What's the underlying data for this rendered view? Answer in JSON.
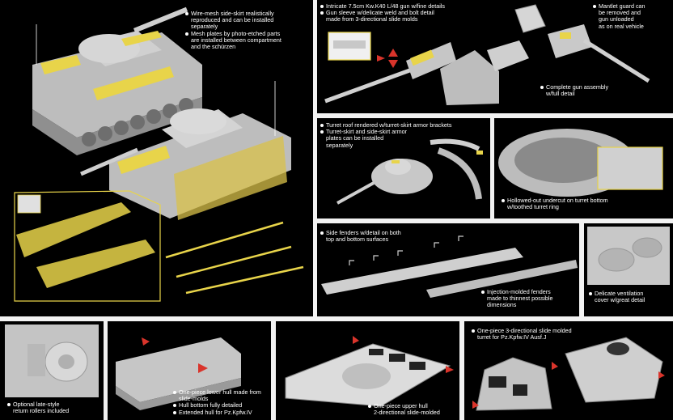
{
  "panel1": {
    "lines": [
      "Wire-mesh side-skirt realistically",
      "reproduced and can be installed",
      "separately",
      "Mesh plates by photo-etched parts",
      "are installed between compartment",
      "and the schürzen"
    ]
  },
  "panel2": {
    "gun_lines": [
      "Intricate 7.5cm Kw.K40 L/48 gun w/fine details",
      "Gun sleeve w/delicate weld and bolt detail",
      "made from 3-directional slide molds"
    ],
    "mantlet_lines": [
      "Mantlet guard can",
      "be removed and",
      "gun unloaded",
      "as on real vehicle"
    ],
    "assembly_lines": [
      "Complete gun assembly",
      "w/full detail"
    ]
  },
  "panel3": {
    "lines": [
      "Turret roof rendered w/turret-skirt armor brackets",
      "Turret-skirt and side-skirt armor",
      "plates can be installed",
      "separately"
    ]
  },
  "panel4": {
    "lines": [
      "Hollowed-out undercut on turret bottom",
      "w/toothed turret ring"
    ]
  },
  "panel5": {
    "top_lines": [
      "Side fenders w/detail on both",
      "top and bottom surfaces"
    ],
    "bottom_lines": [
      "Injection-molded fenders",
      "made to thinnest possible",
      "dimensions"
    ]
  },
  "panel6": {
    "lines": [
      "Delicate ventilation",
      "cover w/great detail"
    ]
  },
  "panel7": {
    "lines": [
      "Optional late-style",
      "return rollers included"
    ]
  },
  "panel8": {
    "lines": [
      "One-piece lower hull made from",
      "slide-molds",
      "Hull bottom fully detailed",
      "Extended hull for Pz.Kpfw.IV"
    ]
  },
  "panel9": {
    "lines": [
      "One-piece upper hull",
      "2-directional slide-molded"
    ]
  },
  "panel10": {
    "lines": [
      "One-piece 3-directional slide molded",
      "turret for Pz.Kpfw.IV Ausf.J"
    ]
  },
  "colors": {
    "highlight": "#e8d44a",
    "arrow": "#d9342b",
    "panel": "#000000",
    "model": "#c9c9c9"
  }
}
